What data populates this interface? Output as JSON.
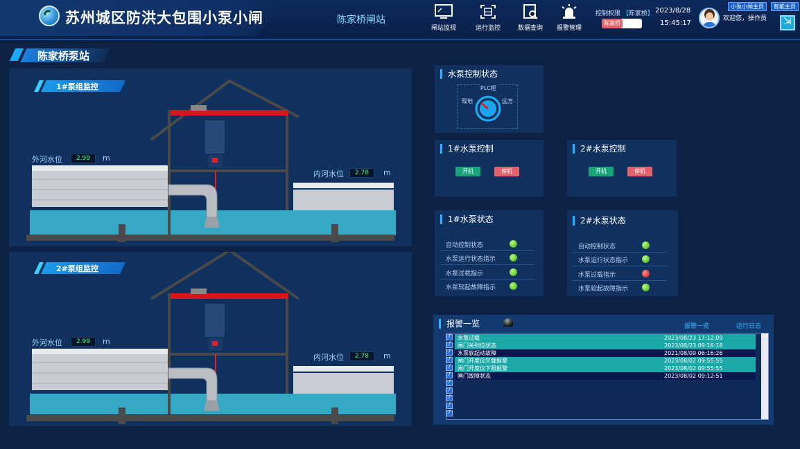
{
  "header": {
    "app_title": "苏州城区防洪大包围小泵小闸",
    "station": "陈家桥闸站",
    "nav": [
      {
        "label": "闸站监视",
        "icon": "monitor-icon"
      },
      {
        "label": "运行监控",
        "icon": "scan-icon"
      },
      {
        "label": "数据查询",
        "icon": "data-search-icon"
      },
      {
        "label": "报警管理",
        "icon": "alarm-light-icon"
      }
    ],
    "control_label": "控制权限",
    "control_value": "陈家桥",
    "control_toggle": "陈家桥",
    "date": "2023/8/28",
    "time": "15:45:17",
    "welcome": "欢迎您，操作员",
    "links": [
      "小泵小闸主页",
      "智能主页"
    ]
  },
  "section_title": "陈家桥泵站",
  "pumps": [
    {
      "tag": "1#泵组监控",
      "outer_label": "外河水位",
      "outer_value": "2.99",
      "inner_label": "内河水位",
      "inner_value": "2.78",
      "unit": "m"
    },
    {
      "tag": "2#泵组监控",
      "outer_label": "外河水位",
      "outer_value": "2.99",
      "inner_label": "内河水位",
      "inner_value": "2.78",
      "unit": "m"
    }
  ],
  "control_status": {
    "title": "水泵控制状态",
    "plc": "PLC柜",
    "local": "现地",
    "remote": "远方"
  },
  "pump_control": [
    {
      "title": "1#水泵控制",
      "on": "开机",
      "off": "停机"
    },
    {
      "title": "2#水泵控制",
      "on": "开机",
      "off": "停机"
    }
  ],
  "pump_status": [
    {
      "title": "1#水泵状态",
      "rows": [
        {
          "label": "自动控制状态",
          "state": "green"
        },
        {
          "label": "水泵运行状态指示",
          "state": "green"
        },
        {
          "label": "水泵过载指示",
          "state": "green"
        },
        {
          "label": "水泵软起故障指示",
          "state": "green"
        }
      ]
    },
    {
      "title": "2#水泵状态",
      "rows": [
        {
          "label": "自动控制状态",
          "state": "green"
        },
        {
          "label": "水泵运行状态指示",
          "state": "green"
        },
        {
          "label": "水泵过载指示",
          "state": "red"
        },
        {
          "label": "水泵软起故障指示",
          "state": "green"
        }
      ]
    }
  ],
  "alarm": {
    "title": "报警一览",
    "link1": "报警一览",
    "link2": "运行日志",
    "rows": [
      {
        "name": "水泵过载",
        "time": "2023/08/23 17:12:09",
        "style": "teal"
      },
      {
        "name": "闸门关到位状态",
        "time": "2023/08/23 09:16:18",
        "style": "teal"
      },
      {
        "name": "水泵软起动故障",
        "time": "2021/08/09 06:16:26",
        "style": "dark"
      },
      {
        "name": "闸门开度仪欠载报警",
        "time": "2023/08/02 09:55:55",
        "style": "teal"
      },
      {
        "name": "闸门开度仪下限报警",
        "time": "2023/08/02 09:55:55",
        "style": "teal"
      },
      {
        "name": "闸门故障状态",
        "time": "2023/08/02 09:12:51",
        "style": "dark"
      }
    ]
  },
  "colors": {
    "accent": "#1ea9ff",
    "background": "#0d2244",
    "panel": "#10305e",
    "water": "#35a8c4",
    "value_text": "#36ff7a"
  }
}
